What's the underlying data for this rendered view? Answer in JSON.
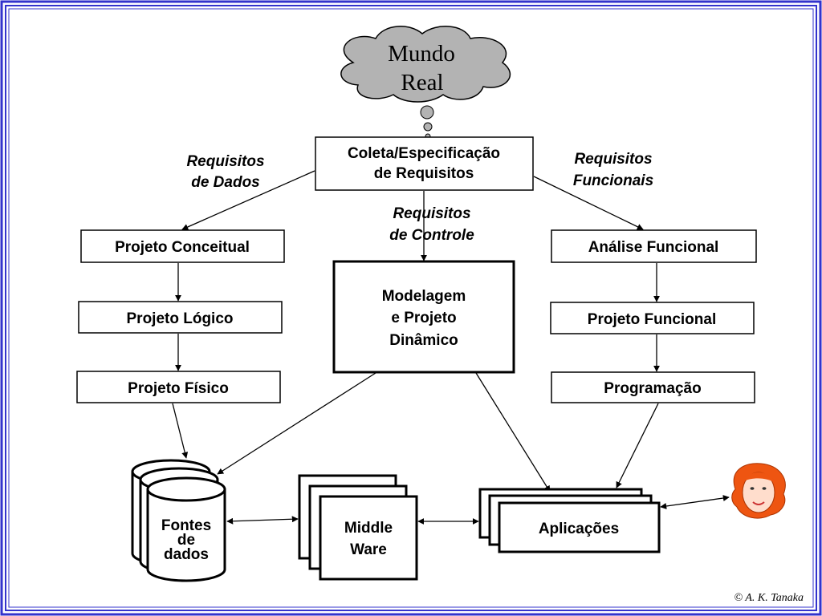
{
  "cloud": {
    "line1": "Mundo",
    "line2": "Real"
  },
  "boxes": {
    "coleta": {
      "line1": "Coleta/Especificação",
      "line2": "de Requisitos"
    },
    "conceitual": "Projeto Conceitual",
    "logico": "Projeto Lógico",
    "fisico": "Projeto Físico",
    "modelagem": {
      "line1": "Modelagem",
      "line2": "e Projeto",
      "line3": "Dinâmico"
    },
    "analise": "Análise Funcional",
    "projeto_funcional": "Projeto Funcional",
    "programacao": "Programação",
    "middleware": {
      "line1": "Middle",
      "line2": "Ware"
    },
    "aplicacoes": "Aplicações",
    "fontes": {
      "line1": "Fontes",
      "line2": "de",
      "line3": "dados"
    }
  },
  "labels": {
    "req_dados": {
      "line1": "Requisitos",
      "line2": "de Dados"
    },
    "req_funcionais": {
      "line1": "Requisitos",
      "line2": "Funcionais"
    },
    "req_controle": {
      "line1": "Requisitos",
      "line2": "de Controle"
    }
  },
  "copyright": "© A. K. Tanaka",
  "colors": {
    "frame": "#3333cc",
    "cloud": "#b3b3b3",
    "hair": "#ee5511",
    "skin": "#ffddcc"
  }
}
